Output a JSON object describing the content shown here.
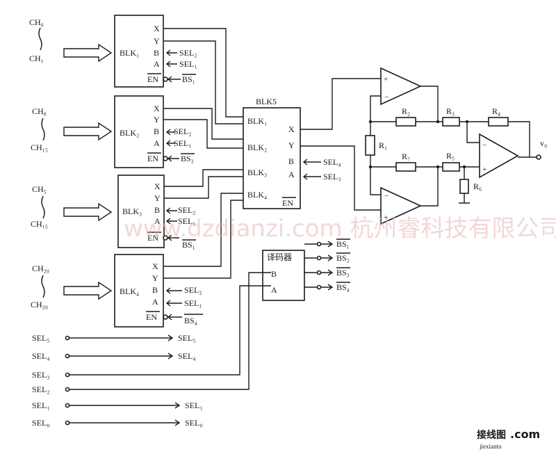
{
  "blocks": {
    "blk1": "BLK₁",
    "blk2": "BLK₂",
    "blk3": "BLK₃",
    "blk4": "BLK₄",
    "blk5": "BLK5"
  },
  "channels": {
    "g1_top": "CH₀",
    "g1_bot": "CH₁",
    "g2_top": "CH₈",
    "g2_bot": "CH₁₅",
    "g3_top": "CH₅",
    "g3_bot": "CH₁₅",
    "g4_top": "CH₂₀",
    "g4_bot": "CH₂₀"
  },
  "pins": {
    "x": "X",
    "y": "Y",
    "a": "A",
    "b": "B",
    "en": "EN"
  },
  "blk5_inputs": [
    "BLK₁",
    "BLK₂",
    "BLK₃",
    "BLK₄"
  ],
  "select_lines": [
    "SEL₅",
    "SEL₄",
    "SEL₃",
    "SEL₂",
    "SEL₁",
    "SEL₀"
  ],
  "blk1_labels": [
    "SEL₂",
    "SEL₁",
    "BS₁"
  ],
  "blk2_labels": [
    "SEL₂",
    "SEL₁",
    "BS₂"
  ],
  "blk3_labels": [
    "SEL₂",
    "SEL₁",
    "BS₁"
  ],
  "blk4_labels": [
    "SEL₂",
    "SEL₁",
    "BS₄"
  ],
  "blk5_labels": [
    "SEL₄",
    "SEL₃"
  ],
  "select_right_labels": [
    "SEL₅",
    "SEL₄",
    "SEL₁",
    "SEL₀"
  ],
  "decoder": {
    "title": "译码器",
    "b": "B",
    "a": "A"
  },
  "decoder_outputs": [
    "BS₁",
    "BS₂",
    "BS₃",
    "BS₄"
  ],
  "resistors": {
    "r1": "R₁",
    "r2": "R₂",
    "r3": "R₃",
    "r4": "R₄",
    "r5": "R₅",
    "r6": "R₆",
    "r7": "R₇"
  },
  "output_label": "v₀",
  "watermark": "www.dzdianzi.com 杭州睿科技有限公司",
  "logo": {
    "cn": "接线图",
    "dotcom": ".com",
    "sub": "jiexiantu"
  },
  "colors": {
    "ink": "#1a1a1a",
    "watermark": "#e7b9b9",
    "logo_red": "#d22020",
    "logo_green": "#2a8a2a"
  }
}
